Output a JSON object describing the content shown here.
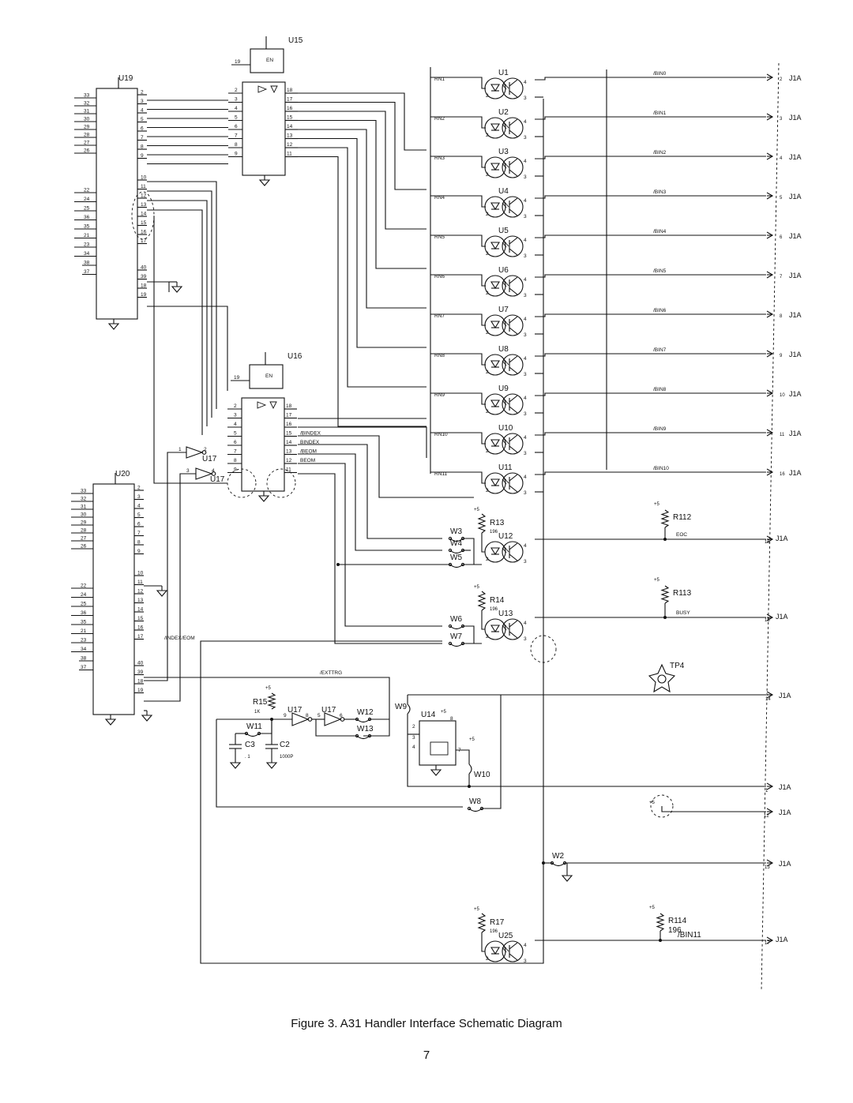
{
  "caption": "Figure 3. A31 Handler Interface Schematic Diagram",
  "page_number": "7",
  "chips": {
    "u19": {
      "label": "U19",
      "left_pins": [
        "33",
        "32",
        "31",
        "30",
        "29",
        "28",
        "27",
        "26",
        "22",
        "24",
        "25",
        "36",
        "35",
        "21",
        "23",
        "34",
        "38",
        "37"
      ],
      "right_pins": [
        "2",
        "3",
        "4",
        "5",
        "6",
        "7",
        "8",
        "9",
        "10",
        "11",
        "12",
        "13",
        "14",
        "15",
        "16",
        "17",
        "40",
        "39",
        "18",
        "19"
      ]
    },
    "u20": {
      "label": "U20",
      "left_pins": [
        "33",
        "32",
        "31",
        "30",
        "29",
        "28",
        "27",
        "26",
        "22",
        "24",
        "25",
        "36",
        "35",
        "21",
        "23",
        "34",
        "38",
        "37"
      ],
      "right_pins": [
        "2",
        "3",
        "4",
        "5",
        "6",
        "7",
        "8",
        "9",
        "10",
        "11",
        "12",
        "13",
        "14",
        "15",
        "16",
        "17",
        "40",
        "39",
        "18",
        "19"
      ]
    },
    "u15": {
      "label": "U15",
      "left_pins": [
        "2",
        "3",
        "4",
        "5",
        "6",
        "7",
        "8",
        "9"
      ],
      "right_pins": [
        "18",
        "17",
        "16",
        "15",
        "14",
        "13",
        "12",
        "11"
      ]
    },
    "u16": {
      "label": "U16",
      "left_pins": [
        "2",
        "3",
        "4",
        "5",
        "6",
        "7",
        "8",
        "9"
      ],
      "right_pins": [
        "18",
        "17",
        "16",
        "15",
        "14",
        "13",
        "12",
        "11"
      ],
      "signals": [
        "/BINDEX",
        "BINDEX",
        "/BEOM",
        "BEOM"
      ]
    }
  },
  "inverters": {
    "u17a": "U17",
    "u17b": "U17",
    "u17c": "U17",
    "u17d": "U17"
  },
  "opto_rows": [
    {
      "rn": "RN1",
      "opto": "U1",
      "signal": "/BIN0",
      "pin": "2",
      "conn": "J1A"
    },
    {
      "rn": "RN2",
      "opto": "U2",
      "signal": "/BIN1",
      "pin": "3",
      "conn": "J1A"
    },
    {
      "rn": "RN3",
      "opto": "U3",
      "signal": "/BIN2",
      "pin": "4",
      "conn": "J1A"
    },
    {
      "rn": "RN4",
      "opto": "U4",
      "signal": "/BIN3",
      "pin": "5",
      "conn": "J1A"
    },
    {
      "rn": "RN5",
      "opto": "U5",
      "signal": "/BIN4",
      "pin": "6",
      "conn": "J1A"
    },
    {
      "rn": "RN6",
      "opto": "U6",
      "signal": "/BIN5",
      "pin": "7",
      "conn": "J1A"
    },
    {
      "rn": "RN7",
      "opto": "U7",
      "signal": "/BIN6",
      "pin": "8",
      "conn": "J1A"
    },
    {
      "rn": "RN8",
      "opto": "U8",
      "signal": "/BIN7",
      "pin": "9",
      "conn": "J1A"
    },
    {
      "rn": "RN9",
      "opto": "U9",
      "signal": "/BIN8",
      "pin": "10",
      "conn": "J1A"
    },
    {
      "rn": "RN10",
      "opto": "U10",
      "signal": "/BIN9",
      "pin": "11",
      "conn": "J1A"
    },
    {
      "rn": "RN11",
      "opto": "U11",
      "signal": "/BIN10",
      "pin": "16",
      "conn": "J1A"
    }
  ],
  "aux": {
    "u12": {
      "opto": "U12",
      "r": "R13",
      "rv": "196",
      "out_r": "R112",
      "signal": "EOC",
      "pin": "15",
      "conn": "J1A"
    },
    "u13": {
      "opto": "U13",
      "r": "R14",
      "rv": "196",
      "out_r": "R113",
      "signal": "BUSY",
      "pin": "18",
      "conn": "J1A"
    },
    "u25": {
      "opto": "U25",
      "r": "R17",
      "rv": "196",
      "out_r": "R114",
      "rv2": "196",
      "signal": "/BIN11",
      "pin": "17",
      "conn": "J1A"
    }
  },
  "jumpers": {
    "w2": "W2",
    "w3": "W3",
    "w4": "W4",
    "w5": "W5",
    "w6": "W6",
    "w7": "W7",
    "w8": "W8",
    "w9": "W9",
    "w10": "W10",
    "w11": "W11",
    "w12": "W12",
    "w13": "W13"
  },
  "misc": {
    "tp4": "TP4",
    "r15": "R15",
    "r15v": "1K",
    "c3": "C3",
    "c3v": ". 1",
    "c2": "C2",
    "c2v": "1000P",
    "u14": "U14",
    "extrig": "/EXTTRG",
    "index": "/INDEX",
    "eom": "/EOM",
    "plus5": "+5",
    "j14": {
      "pin": "14",
      "conn": "J1A"
    },
    "j1": {
      "pin": "1",
      "conn": "J1A"
    },
    "j12": {
      "pin": "12",
      "conn": "J1A"
    },
    "j13": {
      "pin": "13",
      "conn": "J1A"
    }
  }
}
